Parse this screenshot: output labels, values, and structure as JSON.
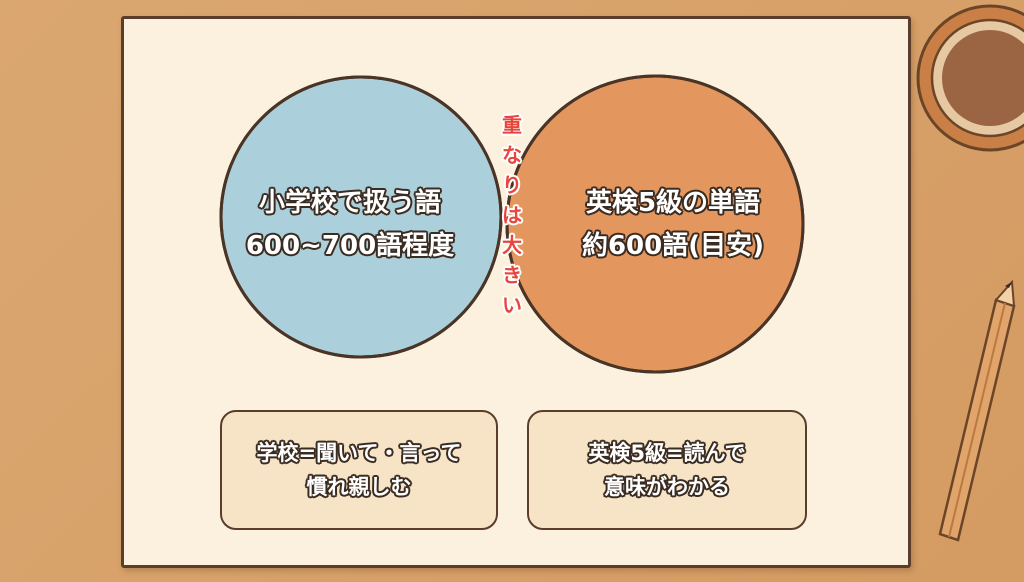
{
  "venn": {
    "left": {
      "color": "#acd0db",
      "lines": [
        "小学校で扱う語",
        "600~700語程度"
      ]
    },
    "right": {
      "color": "#e3965e",
      "lines": [
        "英検5級の単語",
        "約600語(目安)"
      ]
    },
    "overlap": {
      "color": "#8fb8c0",
      "chars": [
        "重",
        "な",
        "り",
        "は",
        "大",
        "き",
        "い"
      ],
      "text_color": "#e8453c"
    }
  },
  "notes": {
    "left": [
      "学校=聞いて・言って",
      "慣れ親しむ"
    ],
    "right": [
      "英検5級=読んで",
      "意味がわかる"
    ]
  },
  "decor": {
    "desk_color": "#d9a36f",
    "paper_color": "#fbf1de",
    "cup_icon": "coffee-cup-icon",
    "pencil_icon": "pencil-icon"
  }
}
